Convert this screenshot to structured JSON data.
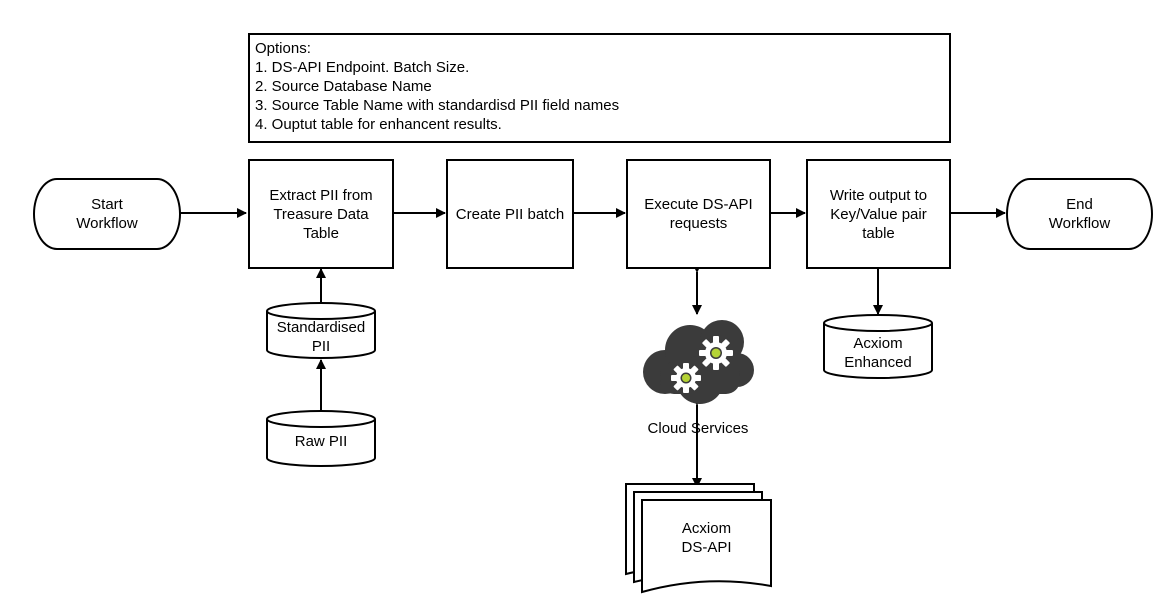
{
  "options": {
    "title": "Options:",
    "items": [
      "1. DS-API Endpoint. Batch Size.",
      "2. Source Database Name",
      "3. Source Table Name with standardisd PII field names",
      "4. Ouptut table for enhancent results."
    ]
  },
  "nodes": {
    "start": "Start\nWorkflow",
    "extract": "Extract PII from\nTreasure Data\nTable",
    "create_batch": "Create PII batch",
    "execute": "Execute DS-API\nrequests",
    "write_output": "Write output to\nKey/Value pair\ntable",
    "end": "End\nWorkflow",
    "standardised_pii": "Standardised\nPII",
    "raw_pii": "Raw PII",
    "acxiom_enhanced": "Acxiom\nEnhanced",
    "cloud_services": "Cloud Services",
    "acxiom_dsapi": "Acxiom\nDS-API"
  },
  "colors": {
    "stroke": "#000000",
    "cloud": "#3b3b3b",
    "gear": "#ffffff",
    "gear_center": "#b5d335"
  }
}
